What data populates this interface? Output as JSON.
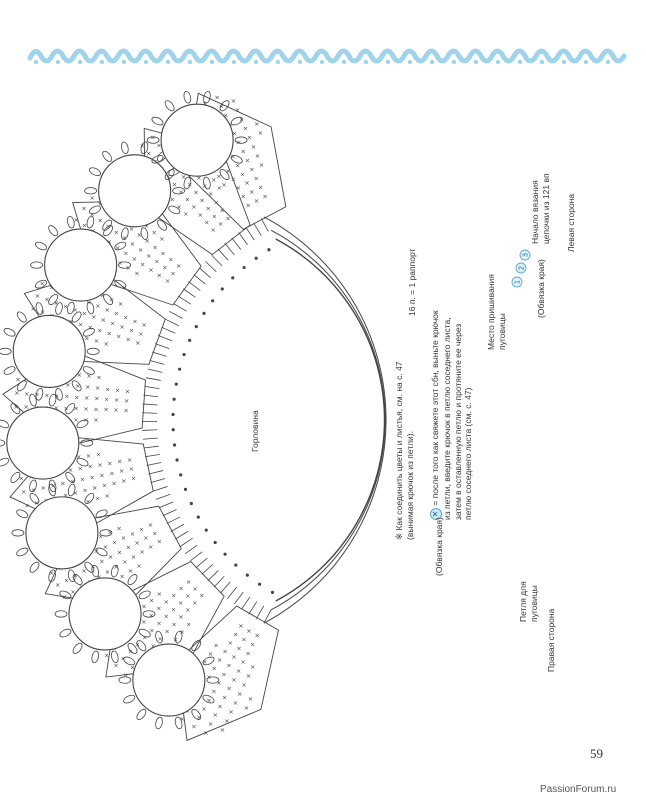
{
  "labels": {
    "left_side": "Левая сторона",
    "chain_start": "Начало вязания\nцепочки из 121 вп",
    "edging_1": "(Обвязка края)",
    "button_sew_place": "Место пришивания\nпуговицы",
    "repeat": "16 п. = 1 раппорт",
    "neckline": "Горловина",
    "note_asterisk": "※ Как соединить цветы и листья, см. на с. 47\n(вынимая крючок из петли).",
    "note_x_lines": [
      "= после того как свяжете этот сбн, выньте крючок",
      "из петли, введите крючок в петлю соседнего листа,",
      "затем в оставленную петлю и протяните ее через",
      "петлю соседнего листа (см. с. 47)"
    ],
    "edging_2": "(Обвязка края)",
    "button_loop": "Петля для\nпуговицы",
    "right_side": "Правая сторона"
  },
  "row_markers": [
    "1",
    "2",
    "3"
  ],
  "page_number": "59",
  "watermark": "PassionForum.ru",
  "colors": {
    "accent_blue": "#9fd3ec",
    "marker_blue": "#5aaad0",
    "line": "#444444"
  }
}
